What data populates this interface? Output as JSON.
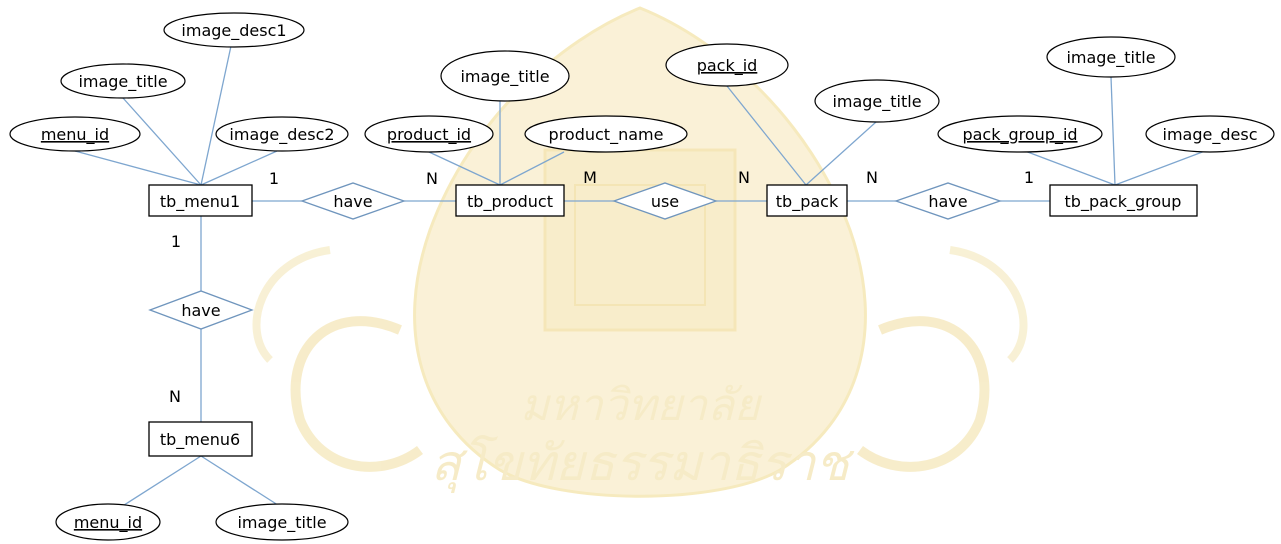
{
  "colors": {
    "line": "#7ea6cf",
    "stroke": "#000000",
    "diamond": "#6f95bd",
    "watermark": "#f2e1a4"
  },
  "watermark": {
    "icon": "university-seal-watermark",
    "text_line1": "มหาวิทยาลัย",
    "text_line2": "สุโขทัยธรรมาธิราช"
  },
  "entities": {
    "tb_menu1": "tb_menu1",
    "tb_product": "tb_product",
    "tb_pack": "tb_pack",
    "tb_pack_group": "tb_pack_group",
    "tb_menu6": "tb_menu6"
  },
  "relationships": {
    "menu1_product": "have",
    "product_pack": "use",
    "pack_packgroup": "have",
    "menu1_menu6": "have"
  },
  "attributes": {
    "menu1": {
      "image_desc1": "image_desc1",
      "image_title": "image_title",
      "menu_id": "menu_id",
      "image_desc2": "image_desc2"
    },
    "product": {
      "image_title": "image_title",
      "product_id": "product_id",
      "product_name": "product_name"
    },
    "pack": {
      "pack_id": "pack_id",
      "image_title": "image_title"
    },
    "pack_group": {
      "image_title": "image_title",
      "pack_group_id": "pack_group_id",
      "image_desc": "image_desc"
    },
    "menu6": {
      "menu_id": "menu_id",
      "image_title": "image_title"
    }
  },
  "cardinalities": {
    "menu1_to_product": "1",
    "product_from_menu1": "N",
    "product_to_pack": "M",
    "pack_from_product": "N",
    "pack_to_group": "N",
    "group_from_pack": "1",
    "menu1_to_menu6": "1",
    "menu6_from_menu1": "N"
  }
}
